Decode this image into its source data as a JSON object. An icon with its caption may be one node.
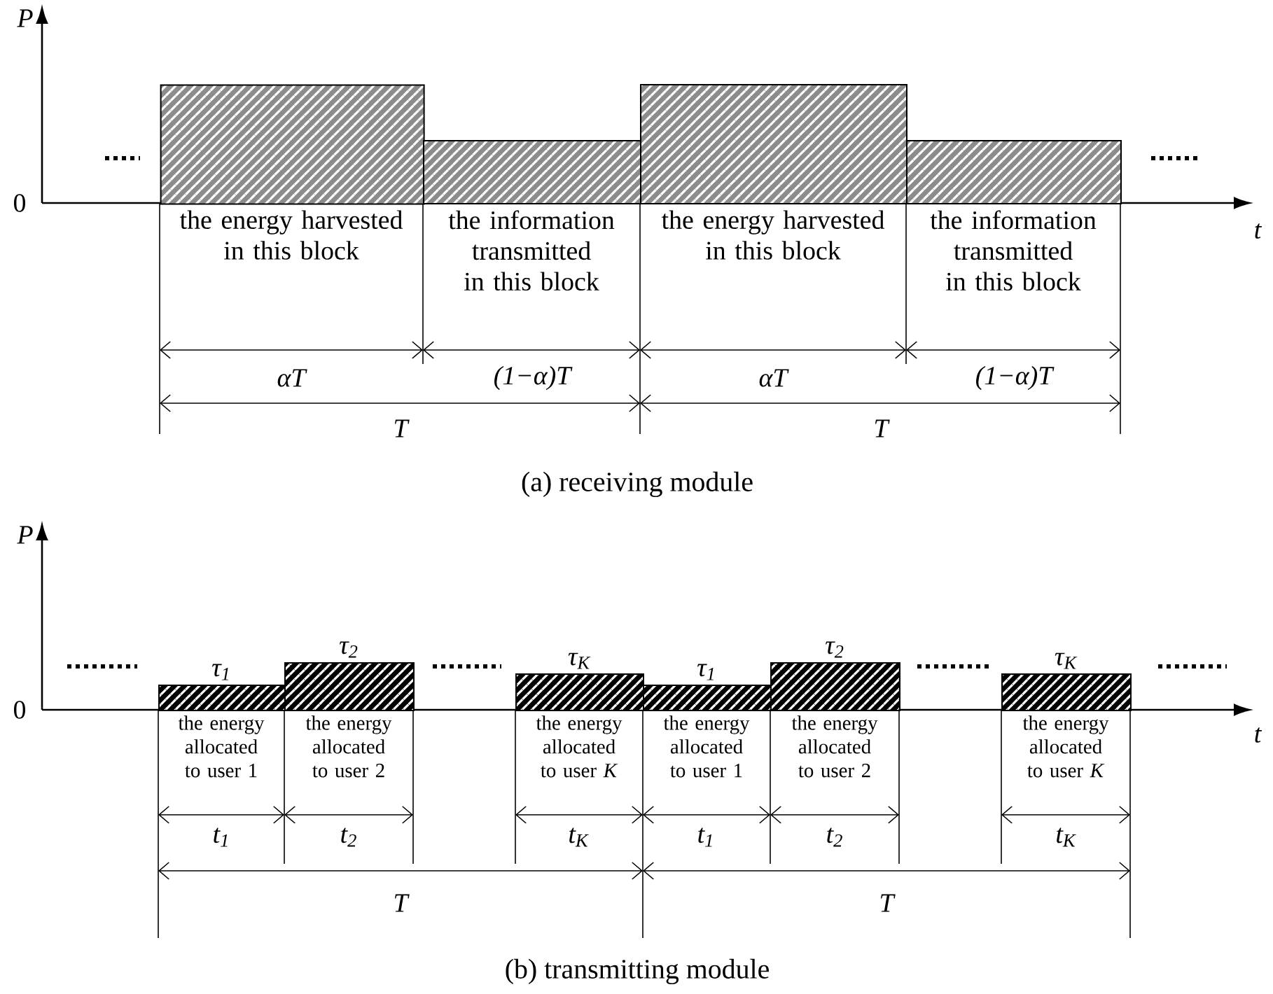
{
  "diagram": {
    "nodes": [
      {
        "text": [],
        "shape": "bar",
        "beside": [
          "the energy harvested in this block"
        ]
      },
      {
        "text": [],
        "shape": "bar",
        "beside": [
          "the information transmitted in this block"
        ]
      },
      {
        "text": [],
        "shape": "bar",
        "beside": [
          "the energy harvested in this block"
        ]
      },
      {
        "text": [],
        "shape": "bar",
        "beside": [
          "the information transmitted in this block"
        ]
      },
      {
        "text": [],
        "shape": "bar",
        "beside": [
          "τ$_{1}$",
          "the energy allocated to user 1"
        ]
      },
      {
        "text": [],
        "shape": "bar",
        "beside": [
          "τ$_{2}$",
          "the energy allocated to user 2"
        ]
      },
      {
        "text": [],
        "shape": "bar",
        "beside": [
          "τ$_{K}$",
          "the energy allocated to user *K*"
        ]
      },
      {
        "text": [],
        "shape": "bar",
        "beside": [
          "τ$_{1}$",
          "the energy allocated to user 1"
        ]
      },
      {
        "text": [],
        "shape": "bar",
        "beside": [
          "τ$_{2}$",
          "the energy allocated to user 2"
        ]
      },
      {
        "text": [],
        "shape": "bar",
        "beside": [
          "τ$_{K}$",
          "the energy allocated to user *K*"
        ]
      }
    ],
    "edges": [],
    "labels": [
      "P",
      "0",
      "t",
      "αT",
      "(1−α)T",
      "αT",
      "(1−α)T",
      "T",
      "T",
      "(a) receiving module",
      "P",
      "0",
      "t",
      "t$_{1}$",
      "t$_{2}$",
      "t$_{K}$",
      "t$_{1}$",
      "t$_{2}$",
      "t$_{K}$",
      "T",
      "T",
      "(b) transmitting module"
    ]
  }
}
